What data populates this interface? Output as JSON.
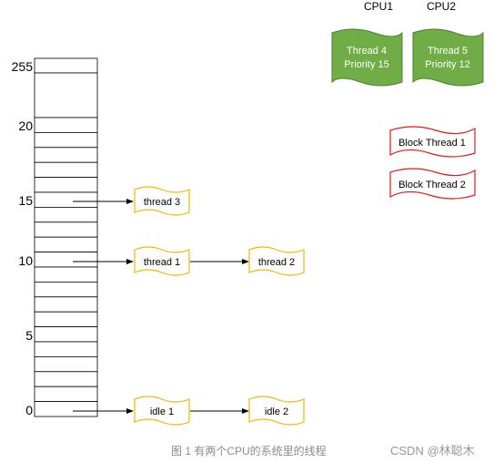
{
  "cpus": [
    {
      "label": "CPU1",
      "thread": "Thread 4",
      "priority": "Priority 15"
    },
    {
      "label": "CPU2",
      "thread": "Thread 5",
      "priority": "Priority 12"
    }
  ],
  "blocked": [
    "Block Thread 1",
    "Block Thread 2"
  ],
  "priority_ticks": [
    "255",
    "20",
    "15",
    "10",
    "5",
    "0"
  ],
  "queues": {
    "p15": [
      "thread 3"
    ],
    "p10": [
      "thread 1",
      "thread 2"
    ],
    "p0": [
      "idle 1",
      "idle 2"
    ]
  },
  "caption": "图 1 有两个CPU的系统里的线程",
  "watermark": "CSDN @林聪木",
  "colors": {
    "cpu_fill": "#70ad47",
    "cpu_stroke": "#507e32",
    "ready_stroke": "#f2b600",
    "blocked_stroke": "#e31a1a",
    "line": "#000000"
  }
}
